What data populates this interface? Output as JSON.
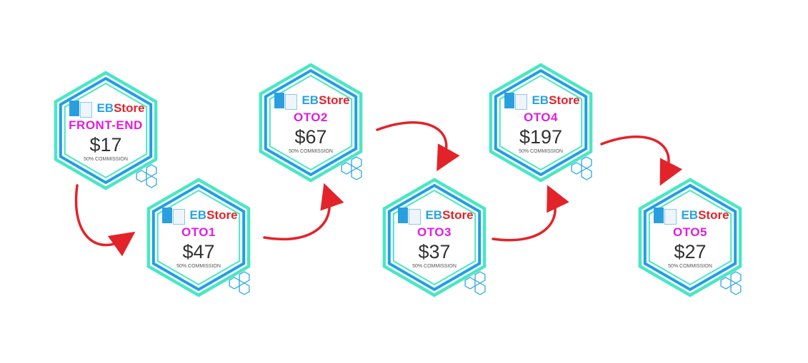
{
  "brand": {
    "part1": "EB",
    "part2": "Store"
  },
  "colors": {
    "outer": "#4be6c6",
    "inner": "#1e9fe6",
    "arrow": "#e3232a",
    "label": "#e01ddc"
  },
  "cards": [
    {
      "label": "FRONT-END",
      "price": "$17",
      "commission": "50% COMMISSION"
    },
    {
      "label": "OTO1",
      "price": "$47",
      "commission": "50% COMMISSION"
    },
    {
      "label": "OTO2",
      "price": "$67",
      "commission": "50% COMMISSION"
    },
    {
      "label": "OTO3",
      "price": "$37",
      "commission": "50% COMMISSION"
    },
    {
      "label": "OTO4",
      "price": "$197",
      "commission": "50% COMMISSION"
    },
    {
      "label": "OTO5",
      "price": "$27",
      "commission": "50% COMMISSION"
    }
  ]
}
